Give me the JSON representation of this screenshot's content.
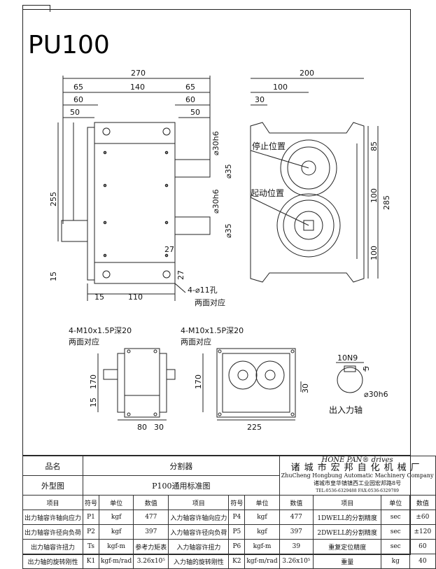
{
  "drawing": {
    "model": "PU100",
    "front_view": {
      "dims_top": [
        "270",
        "65",
        "140",
        "60",
        "50",
        "65",
        "60",
        "50"
      ],
      "dims_right": [
        "⌀30h6",
        "⌀35",
        "⌀30h6",
        "⌀35"
      ],
      "dim_left_height": "255",
      "dim_bottom": [
        "15",
        "110",
        "27",
        "27",
        "15"
      ],
      "hole_note_1": "4-⌀11孔",
      "hole_note_2": "两面对应"
    },
    "side_view": {
      "dims_top": [
        "200",
        "100",
        "30"
      ],
      "dims_right": [
        "85",
        "100",
        "285",
        "100"
      ],
      "label_stop": "停止位置",
      "label_start": "起动位置"
    },
    "bottom_views": {
      "note_left_1": "4-M10x1.5P深20",
      "note_left_2": "两面对应",
      "note_right_1": "4-M10x1.5P深20",
      "note_right_2": "两面对应",
      "dim_170_left": "170",
      "dim_15": "15",
      "dim_80": "80",
      "dim_30": "30",
      "dim_170_right": "170",
      "dim_225": "225",
      "dim_30_right": "30"
    },
    "shaft_detail": {
      "key": "10N9",
      "dim_5": "5",
      "dia": "⌀30h6",
      "caption": "出入力轴"
    }
  },
  "title_block": {
    "row1_label": "品名",
    "row1_value": "分割器",
    "row2_label": "外型图",
    "row2_value": "P100通用标准图",
    "company_logo": "HONE PAN® drives",
    "company_cn": "诸城市宏邦自化机械厂",
    "company_en": "ZhuCheng Hongbung Automatic Machinery Company",
    "company_addr": "诸城市皇华镇镇西工业园宏邦路8号",
    "company_tel": "TEL:0536-6329488",
    "company_fax": "FAX:0536-6329789",
    "headers": [
      "项目",
      "符号",
      "单位",
      "数值",
      "项目",
      "符号",
      "单位",
      "数值",
      "项目",
      "单位",
      "数值"
    ],
    "rows": [
      [
        "出力轴容许轴向应力",
        "P1",
        "kgf",
        "477",
        "入力轴容许轴向应力",
        "P4",
        "kgf",
        "477",
        "1DWELL的分割精度",
        "sec",
        "±60"
      ],
      [
        "出力轴容许径向负荷",
        "P2",
        "kgf",
        "397",
        "入力轴容许径向负荷",
        "P5",
        "kgf",
        "397",
        "2DWELL的分割精度",
        "sec",
        "±120"
      ],
      [
        "出力轴容许扭力",
        "Ts",
        "kgf-m",
        "参考力矩表",
        "入力轴容许扭力",
        "P6",
        "kgf-m",
        "39",
        "重复定位精度",
        "sec",
        "60"
      ],
      [
        "出力轴的旋转刚性",
        "K1",
        "kgf-m/rad",
        "3.26x10⁵",
        "入力轴的旋转刚性",
        "K2",
        "kgf-m/rad",
        "3.26x10⁵",
        "重量",
        "kg",
        "40"
      ]
    ]
  }
}
